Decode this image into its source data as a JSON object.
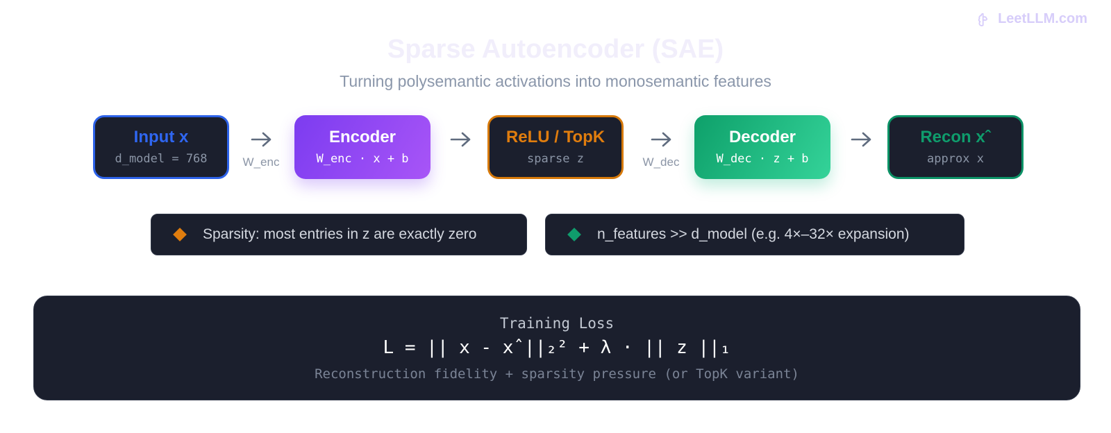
{
  "brand": {
    "text": "LeetLLM.com",
    "icon": "brain-icon"
  },
  "title": "Sparse Autoencoder (SAE)",
  "subtitle": "Turning polysemantic activations into monosemantic features",
  "nodes": [
    {
      "name": "Input x",
      "sub": "d_model = 768"
    },
    {
      "name": "Encoder",
      "sub": "W_enc · x + b"
    },
    {
      "name": "ReLU / TopK",
      "sub": "sparse z"
    },
    {
      "name": "Decoder",
      "sub": "W_dec · z + b"
    },
    {
      "name": "Recon xˆ",
      "sub": "approx x"
    }
  ],
  "edges": [
    {
      "label": "W_enc"
    },
    {
      "label": ""
    },
    {
      "label": "W_dec"
    },
    {
      "label": ""
    }
  ],
  "notes": [
    {
      "text": "Sparsity: most entries in z are exactly zero",
      "icon": "diamond-icon",
      "color": "#e07d0e"
    },
    {
      "text": "n_features >> d_model (e.g. 4×–32× expansion)",
      "icon": "diamond-icon",
      "color": "#0f9c6c"
    }
  ],
  "loss": {
    "title": "Training Loss",
    "formula": "L = || x - xˆ||₂² + λ · || z ||₁",
    "description": "Reconstruction fidelity + sparsity pressure (or TopK variant)"
  },
  "colors": {
    "input": "#2d62e8",
    "encoder": "#7c3cf0",
    "relu": "#d6790a",
    "decoder": "#10b981",
    "recon": "#0c9266",
    "panel": "#1b1f2d"
  }
}
